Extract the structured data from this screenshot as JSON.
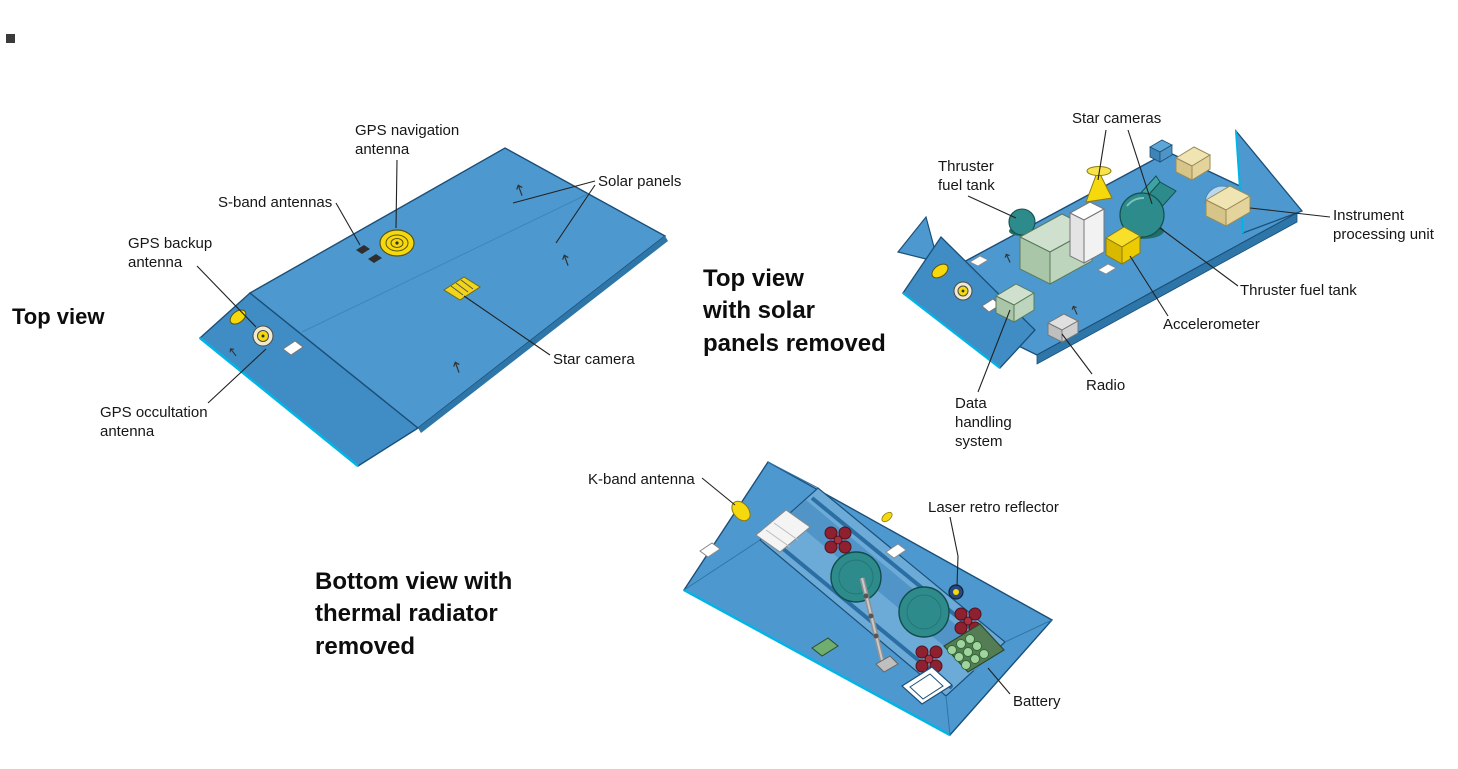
{
  "colors": {
    "body_blue": "#4d99cf",
    "body_blue_dark": "#2e75a8",
    "end_panel_blue": "#3f8dc4",
    "edge_cyan": "#00b5e6",
    "outline_dark": "#1b4f79",
    "accent_yellow": "#f6d90c",
    "tank_teal": "#2e8b8b",
    "box_pale_green": "#cfe0cf",
    "box_beige": "#f0e4b2",
    "wheel_maroon": "#8e2030",
    "battery_green": "#9fd49f",
    "leader_black": "#222222"
  },
  "views": {
    "top": {
      "title": "Top view",
      "labels": {
        "gps_nav_antenna": "GPS navigation\nantenna",
        "s_band_antennas": "S-band antennas",
        "gps_backup_antenna": "GPS backup\nantenna",
        "solar_panels": "Solar panels",
        "star_camera": "Star camera",
        "gps_occultation_antenna": "GPS occultation\nantenna"
      }
    },
    "top_open": {
      "title": "Top view\nwith solar\npanels removed",
      "labels": {
        "star_cameras": "Star cameras",
        "thruster_fuel_tank_left": "Thruster\nfuel tank",
        "instrument_processing_unit": "Instrument\nprocessing unit",
        "thruster_fuel_tank_right": "Thruster fuel tank",
        "accelerometer": "Accelerometer",
        "radio": "Radio",
        "data_handling_system": "Data\nhandling\nsystem"
      }
    },
    "bottom": {
      "title": "Bottom view with\nthermal radiator\nremoved",
      "labels": {
        "k_band_antenna": "K-band antenna",
        "laser_retro_reflector": "Laser retro reflector",
        "battery": "Battery"
      }
    }
  }
}
